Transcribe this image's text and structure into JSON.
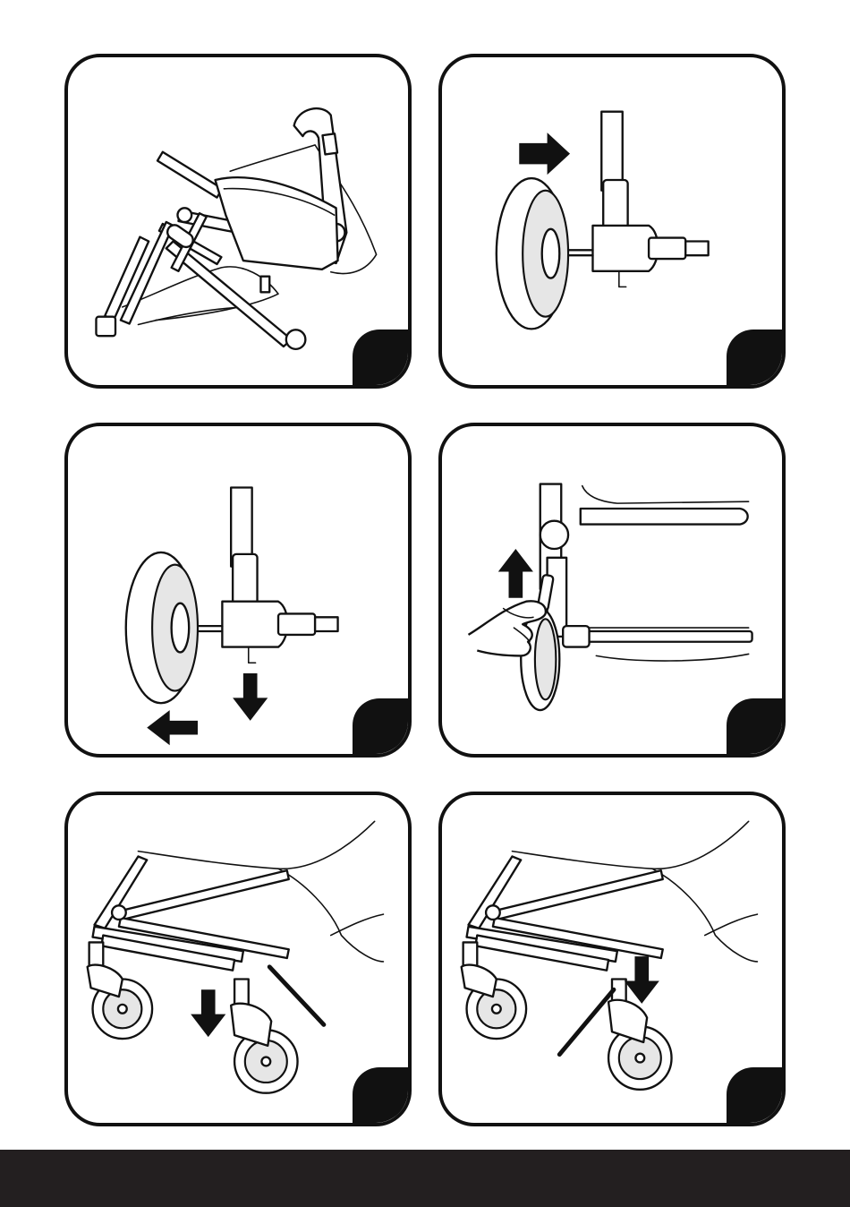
{
  "panels": [
    {
      "id": "p1",
      "step": "",
      "illustration": "folded-stroller"
    },
    {
      "id": "p2",
      "step": "",
      "illustration": "insert-rear-wheel"
    },
    {
      "id": "p3",
      "step": "",
      "illustration": "remove-rear-wheel"
    },
    {
      "id": "p4",
      "step": "",
      "illustration": "front-wheel-release"
    },
    {
      "id": "p5",
      "step": "",
      "illustration": "brake-engage"
    },
    {
      "id": "p6",
      "step": "",
      "illustration": "brake-release"
    }
  ],
  "colors": {
    "ink": "#111111",
    "footer": "#231f20",
    "paper": "#ffffff"
  }
}
